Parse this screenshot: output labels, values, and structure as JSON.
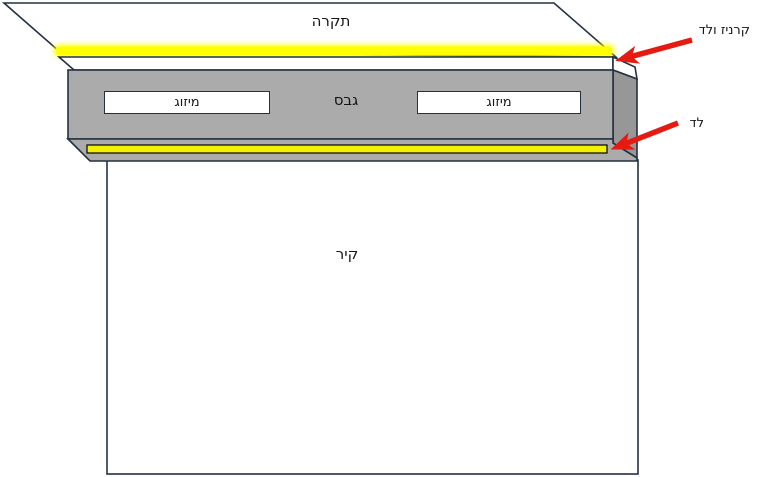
{
  "diagram": {
    "ceiling_label": "תקרה",
    "gypsum_label": "גבס",
    "wall_label": "קיר",
    "ac_boxes": [
      {
        "label": "מיזוג"
      },
      {
        "label": "מיזוג"
      }
    ],
    "annotations": {
      "cornice_led": "קרניז ולד",
      "led": "לד"
    }
  },
  "colors": {
    "background": "#ffffff",
    "outline": "#233140",
    "text": "#161616",
    "gypsum_gray": "#ababab",
    "gypsum_side_gray": "#979797",
    "led_yellow": "#ffff00",
    "led_yellow_bottom": "#f2f200",
    "led_border": "#111111",
    "arrow_red": "#e51b12"
  }
}
